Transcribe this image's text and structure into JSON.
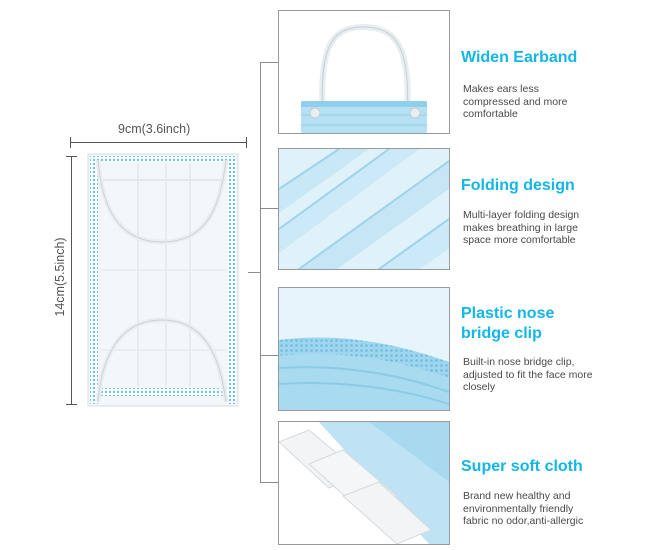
{
  "dimensions": {
    "width_label": "9cm(3.6inch)",
    "height_label": "14cm(5.5inch)"
  },
  "features": [
    {
      "title": "Widen Earband",
      "description": "Makes ears less compressed and more comfortable"
    },
    {
      "title": "Folding design",
      "description": "Multi-layer folding design makes breathing in large space more comfortable"
    },
    {
      "title": "Plastic nose bridge clip",
      "description": "Built-in nose bridge clip, adjusted to fit the face more closely"
    },
    {
      "title": "Super soft cloth",
      "description": "Brand new healthy and environmentally friendly fabric no odor,anti-allergic"
    }
  ],
  "colors": {
    "accent": "#12b6e8",
    "mask_blue": "#8fd3ef",
    "mask_white": "#f6f8fa"
  }
}
